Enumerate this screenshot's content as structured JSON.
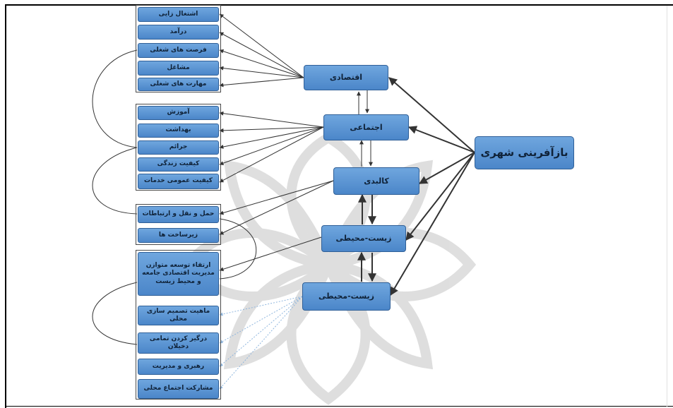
{
  "root": {
    "label": "بازآفرینی شهری"
  },
  "categories": [
    {
      "id": "c1",
      "label": "اقتصادی"
    },
    {
      "id": "c2",
      "label": "اجتماعی"
    },
    {
      "id": "c3",
      "label": "کالبدی"
    },
    {
      "id": "c4",
      "label": "زیست-محیطی"
    },
    {
      "id": "c5",
      "label": "زیست-محیطی"
    }
  ],
  "groups": [
    {
      "id": "g1",
      "items": [
        "اشتغال زایی",
        "درآمد",
        "فرصت های شغلی",
        "مشاغل",
        "مهارت های شغلی"
      ]
    },
    {
      "id": "g2",
      "items": [
        "آموزش",
        "بهداشت",
        "جرائم",
        "کیفیت زندگی",
        "کیفیت عمومی خدمات"
      ]
    },
    {
      "id": "g3",
      "items": [
        "حمل و نقل و ارتباطات",
        "زیرساخت ها"
      ]
    },
    {
      "id": "g4",
      "items": [
        "ارتقاء توسعه متوازن مدیریت اقتصادی جامعه و محیط زیست",
        "ماهیت تصمیم سازی محلی",
        "درگیر کردن تمامی دخیلان",
        "رهبری و مدیریت",
        "مشارکت اجتماع محلی"
      ]
    }
  ],
  "colors": {
    "box": "#5b95d5",
    "box_border": "#2f5f97",
    "line": "#333333",
    "dotted_line": "#8fb6de",
    "watermark": "#b8b8b8"
  }
}
